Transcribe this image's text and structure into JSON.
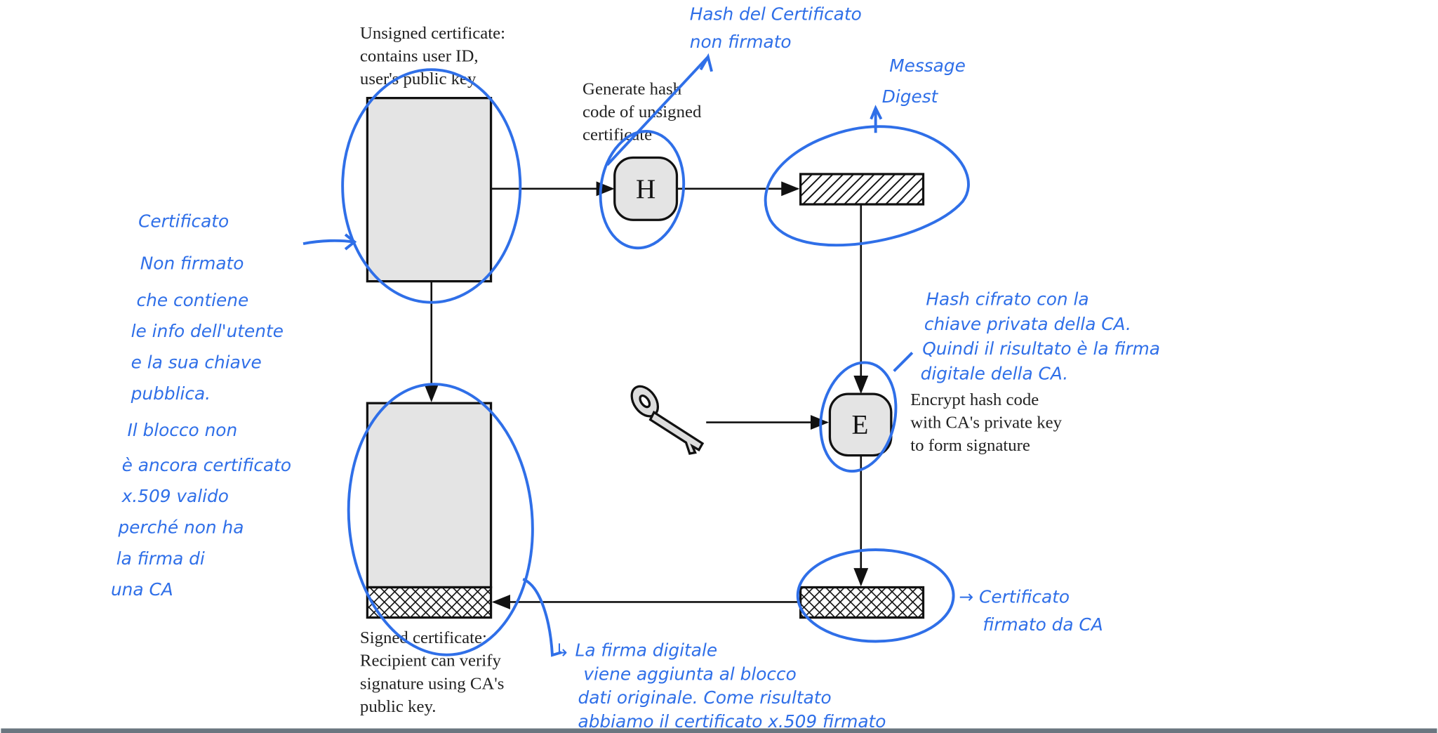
{
  "diagram": {
    "unsigned_label": [
      "Unsigned certificate:",
      "contains user ID,",
      "user's public key"
    ],
    "hash_label": [
      "Generate hash",
      "code of unsigned",
      "certificate"
    ],
    "hash_box": "H",
    "encrypt_box": "E",
    "encrypt_label": [
      "Encrypt hash code",
      "with CA's private key",
      "to form signature"
    ],
    "signed_label": [
      "Signed certificate:",
      "Recipient can verify",
      "signature using CA's",
      "public key."
    ]
  },
  "annotations": {
    "ink_color": "#2f6fe8",
    "hash_note": [
      "Hash del Certificato",
      "non firmato"
    ],
    "digest_note": [
      "Message",
      "Digest"
    ],
    "left_note": [
      "Certificato",
      "Non firmato",
      "che contiene",
      "le info dell'utente",
      "e la sua chiave",
      "pubblica.",
      "Il blocco non",
      "è ancora certificato",
      "x.509 valido",
      "perché non ha",
      "la firma di",
      "una CA"
    ],
    "encrypt_note": [
      "Hash cifrato con la",
      "chiave privata della CA.",
      "Quindi il risultato è la firma",
      "digitale della CA."
    ],
    "signed_note": [
      "→ Certificato",
      "firmato da CA"
    ],
    "bottom_note": [
      "↳ La firma digitale",
      "viene aggiunta al blocco",
      "dati originale. Come risultato",
      "abbiamo il certificato x.509 firmato"
    ]
  }
}
